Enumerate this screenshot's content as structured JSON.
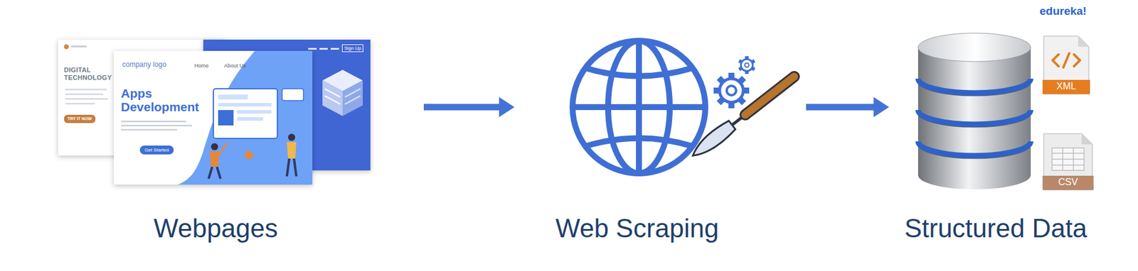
{
  "diagram": {
    "nodes": [
      {
        "text": [
          "Webpages"
        ]
      },
      {
        "text": [
          "Web Scraping"
        ]
      },
      {
        "text": [
          "Structured Data"
        ]
      }
    ],
    "edges": [
      {
        "from": 0,
        "to": 1,
        "arrow": "to"
      },
      {
        "from": 1,
        "to": 2,
        "arrow": "to"
      }
    ],
    "labels": [
      "DIGITAL TECHNOLOGY",
      "company logo",
      "Home",
      "About Us",
      "Sign Up",
      "Apps Development",
      "TRY IT NOW",
      "Get Started",
      "edureka!",
      "XML",
      "CSV"
    ]
  }
}
